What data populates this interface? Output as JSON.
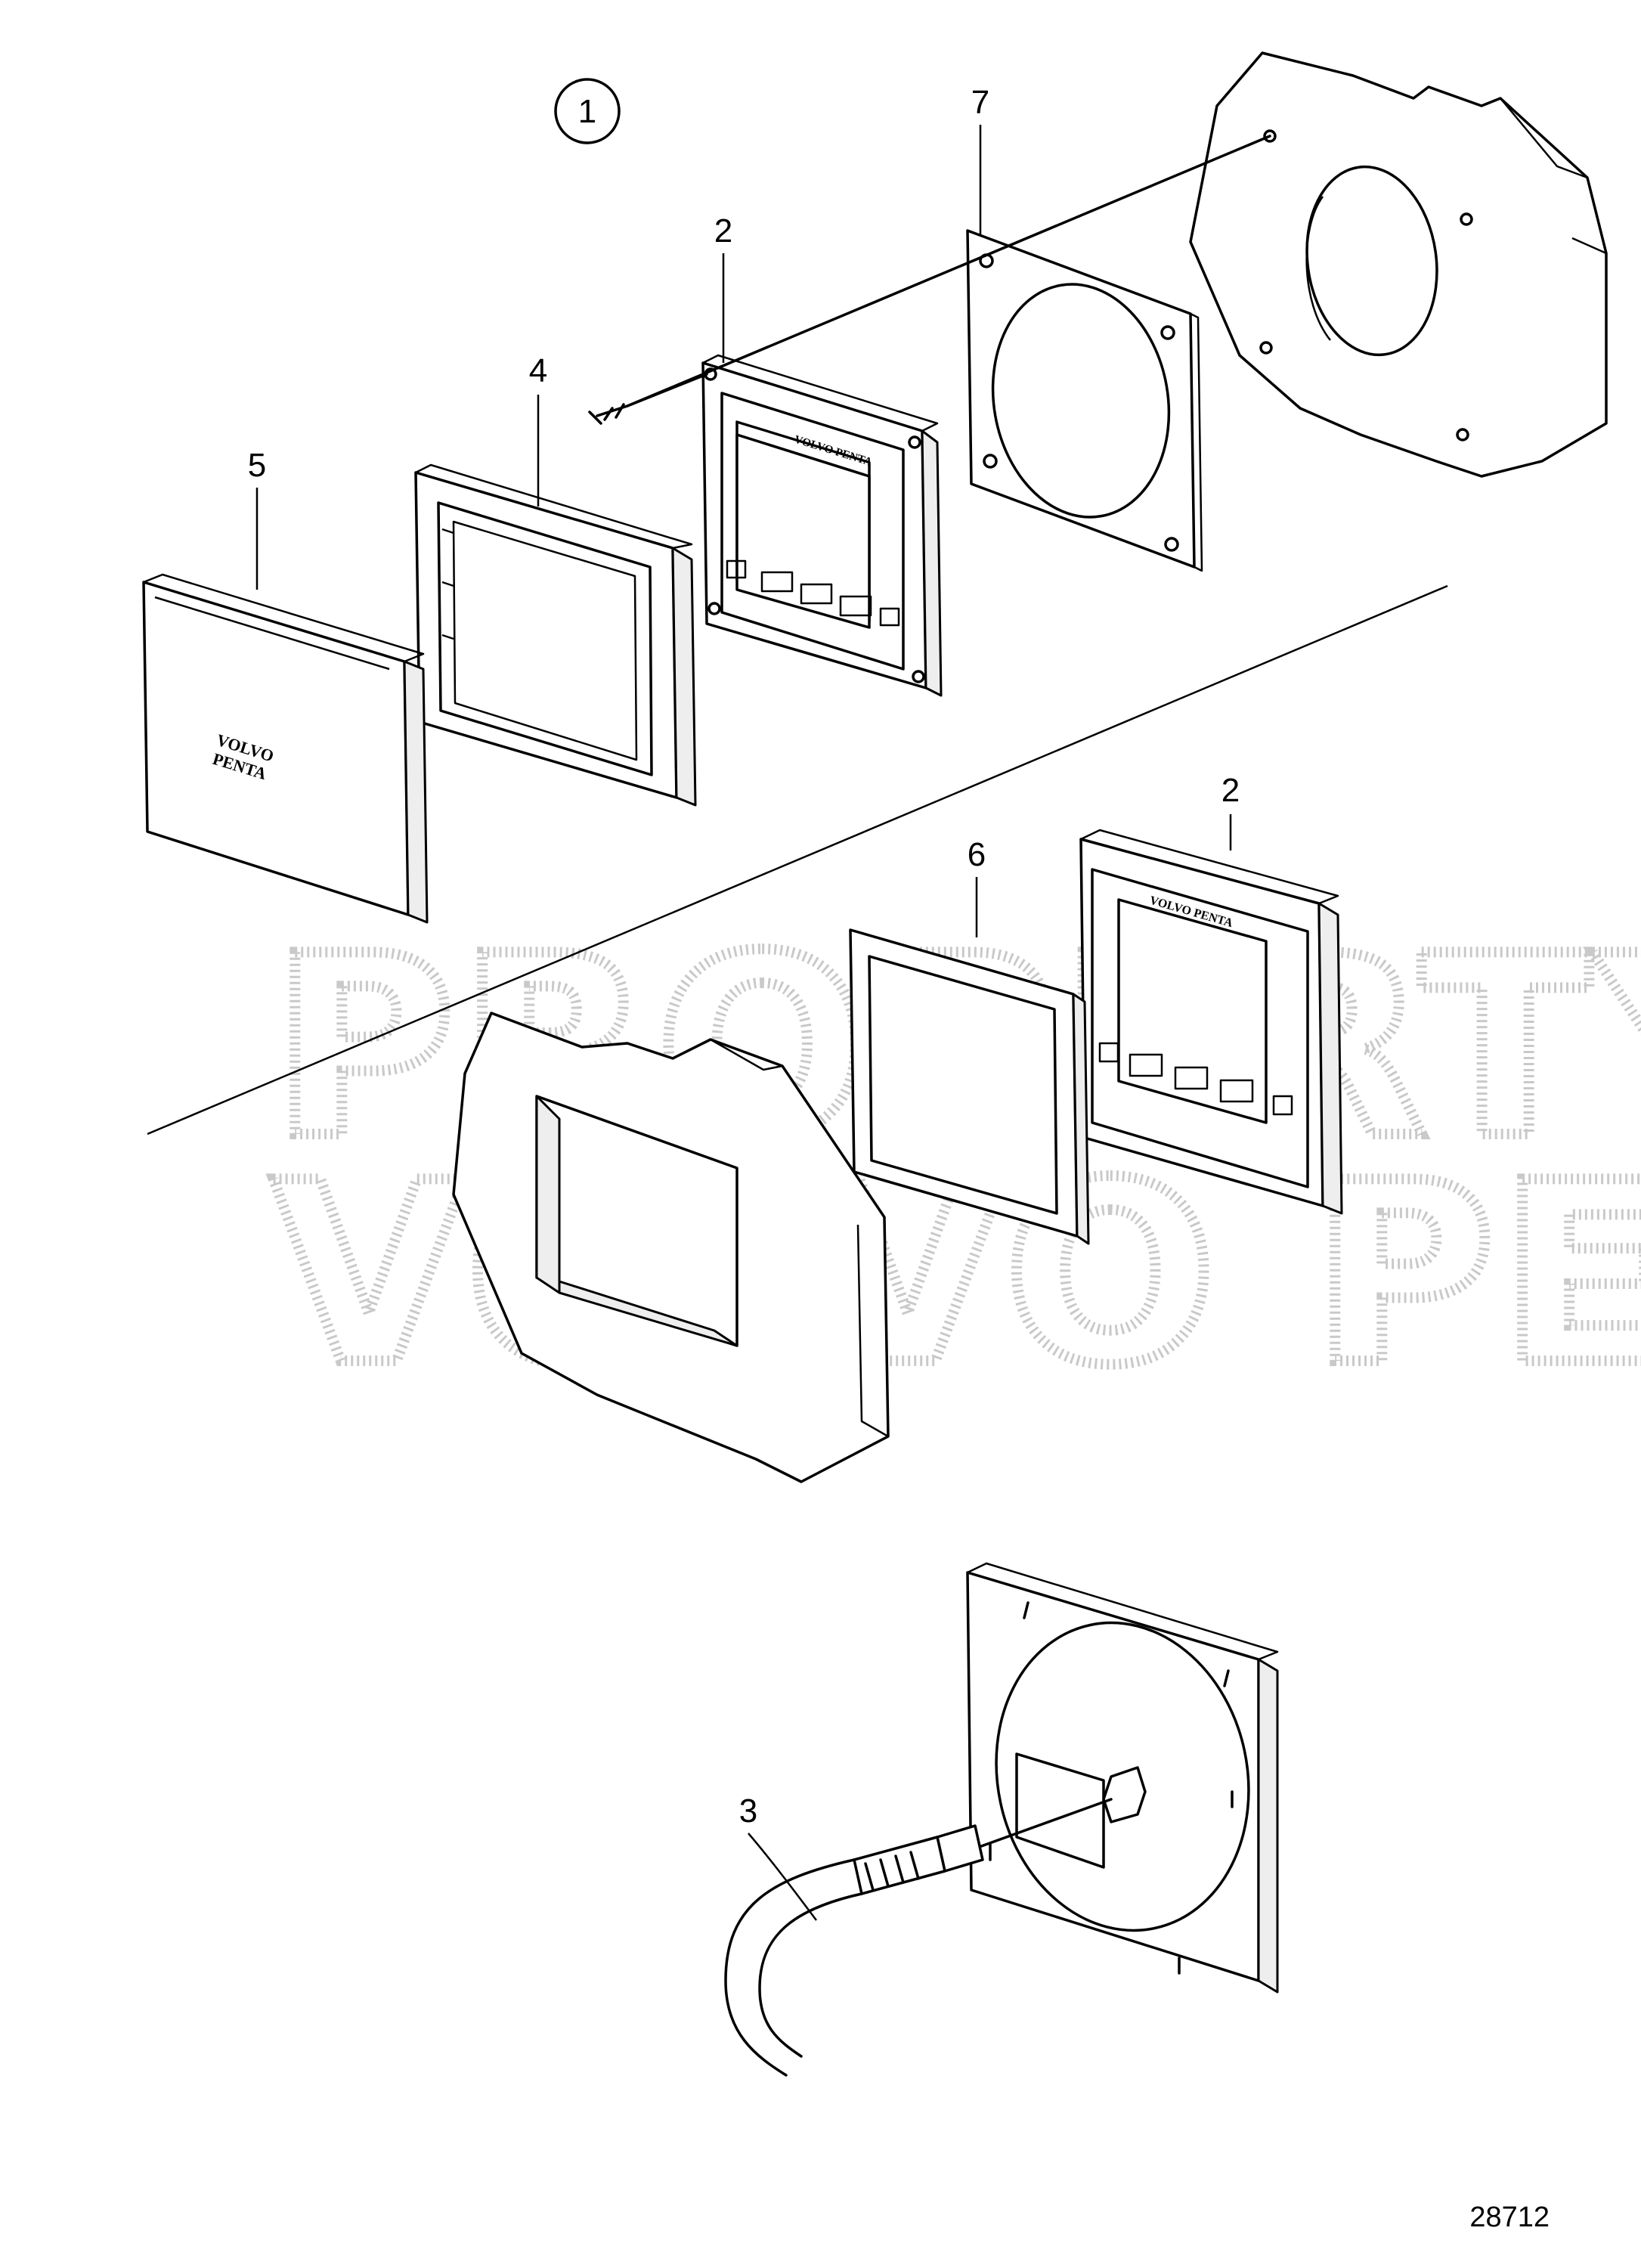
{
  "diagram": {
    "group_callout": "1",
    "figure_number": "28712",
    "watermark_lines": [
      "PROPERTY OF",
      "VOLVO PENTA"
    ],
    "brand_logo": "VOLVO PENTA",
    "callouts": [
      {
        "id": "c7",
        "label": "7"
      },
      {
        "id": "c2a",
        "label": "2"
      },
      {
        "id": "c4",
        "label": "4"
      },
      {
        "id": "c5",
        "label": "5"
      },
      {
        "id": "c2b",
        "label": "2"
      },
      {
        "id": "c6",
        "label": "6"
      },
      {
        "id": "c3",
        "label": "3"
      }
    ]
  }
}
